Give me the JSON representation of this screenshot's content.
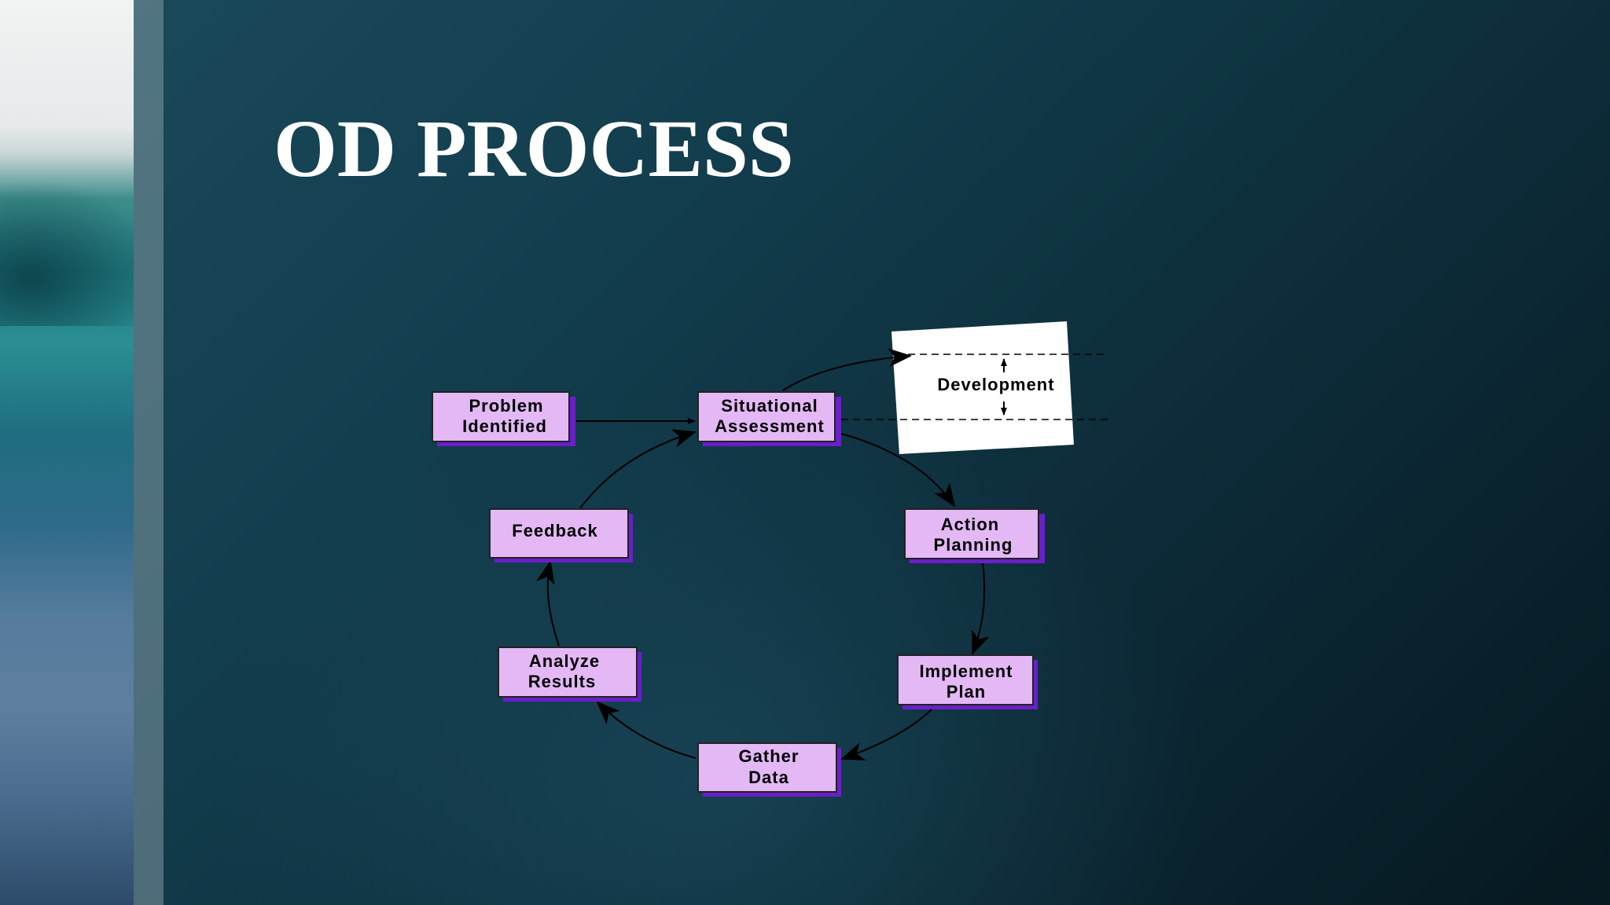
{
  "slide": {
    "title": "OD PROCESS"
  },
  "diagram": {
    "nodes": {
      "problem_identified": [
        "Problem",
        "Identified"
      ],
      "situational_assessment": [
        "Situational",
        "Assessment"
      ],
      "action_planning": [
        "Action",
        "Planning"
      ],
      "implement_plan": [
        "Implement",
        "Plan"
      ],
      "gather_data": [
        "Gather",
        "Data"
      ],
      "analyze_results": [
        "Analyze",
        "Results"
      ],
      "feedback": [
        "Feedback"
      ]
    },
    "development_label": "Development"
  },
  "colors": {
    "node_fill": "#e3b8f5",
    "node_shadow": "#6a1fc9",
    "arrow": "#000000",
    "title": "#ffffff"
  }
}
